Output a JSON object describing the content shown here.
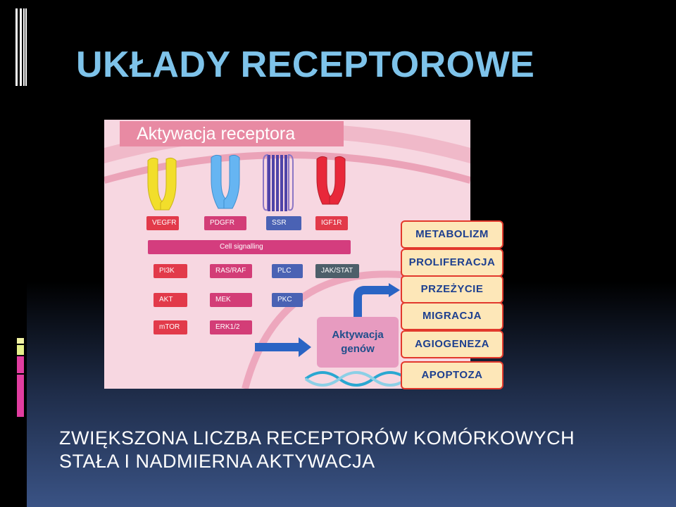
{
  "slide": {
    "title": "UKŁADY RECEPTOROWE",
    "bottom_line_1": "ZWIĘKSZONA LICZBA RECEPTORÓW KOMÓRKOWYCH",
    "bottom_line_2": "STAŁA I NADMIERNA AKTYWACJA"
  },
  "figure": {
    "title": "Aktywacja receptora",
    "receptors": [
      "VEGFR",
      "PDGFR",
      "SSR",
      "IGF1R"
    ],
    "cell_signalling": "Cell signalling",
    "pathway_rows": [
      [
        "PI3K",
        "RAS/RAF",
        "PLC",
        "JAK/STAT"
      ],
      [
        "AKT",
        "MEK",
        "PKC"
      ],
      [
        "mTOR",
        "ERK1/2"
      ]
    ],
    "gene_activation_line_1": "Aktywacja",
    "gene_activation_line_2": "genów",
    "outcomes": [
      "METABOLIZM",
      "PROLIFERACJA",
      "PRZEŻYCIE",
      "MIGRACJA",
      "AGIOGENEZA",
      "APOPTOZA"
    ]
  },
  "colors": {
    "title": "#7ec3ea",
    "figure_background": "#f7d7e1",
    "receptor_yellow": "#f2de2b",
    "receptor_blue": "#66b5f2",
    "receptor_purple": "#4f43a8",
    "receptor_red": "#e8283a",
    "outcome_fill": "#fde7b8",
    "outcome_border": "#e2392c"
  }
}
